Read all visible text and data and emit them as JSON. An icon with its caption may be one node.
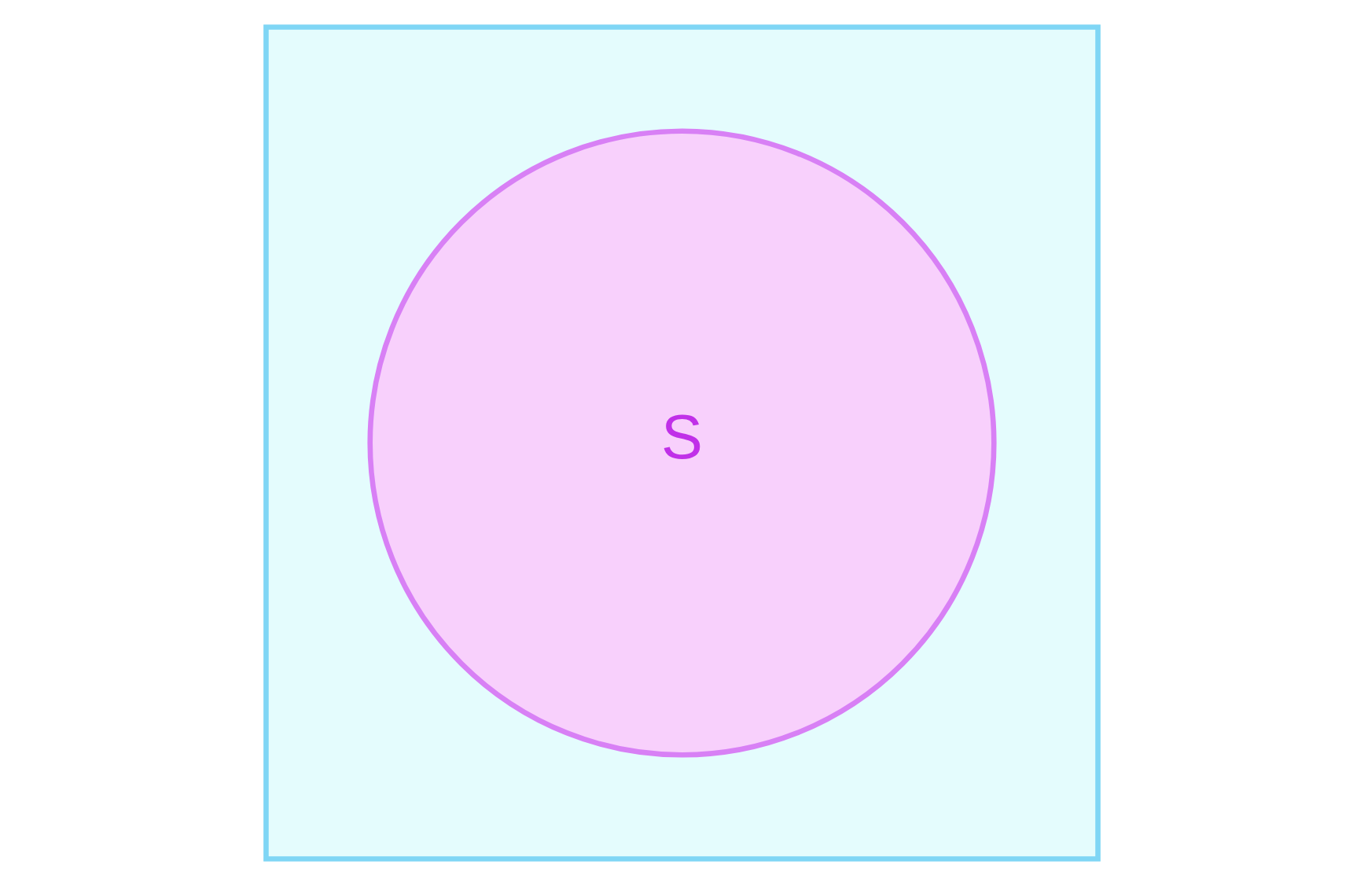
{
  "diagram": {
    "nodes": [
      {
        "text": [],
        "shape": "box"
      },
      {
        "text": [
          "S"
        ],
        "in": 0
      }
    ]
  }
}
